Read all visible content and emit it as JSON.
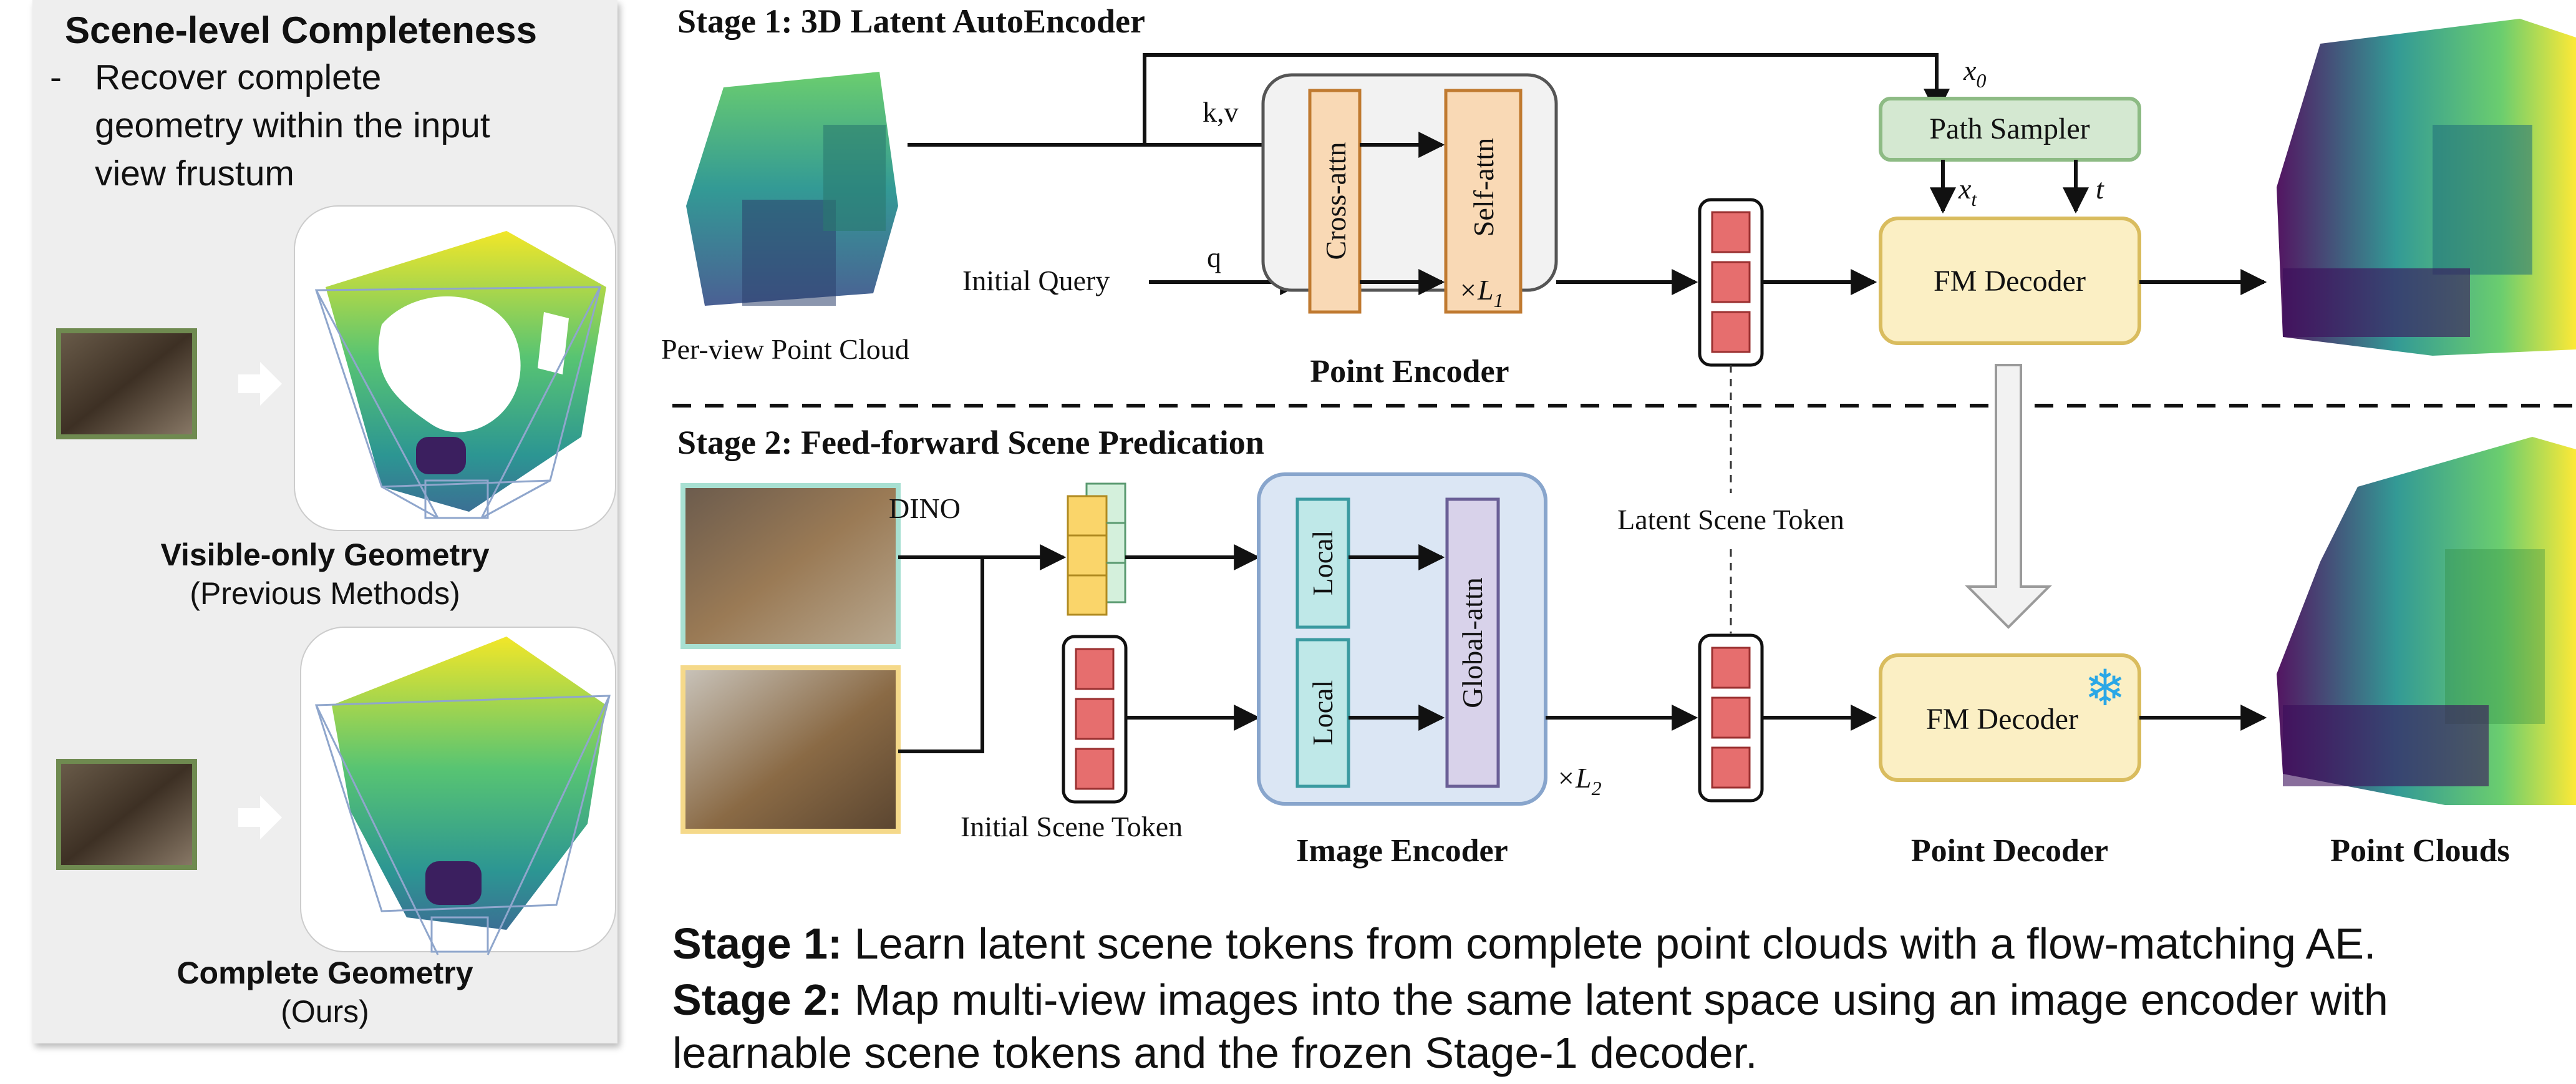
{
  "left_panel": {
    "title": "Scene-level Completeness",
    "bullet_dash": "-",
    "bullet_lines": [
      "Recover complete",
      "geometry within the input",
      "view frustum"
    ],
    "top_caption_bold": "Visible-only Geometry",
    "top_caption_sub": "(Previous Methods)",
    "bottom_caption_bold": "Complete Geometry",
    "bottom_caption_sub": "(Ours)"
  },
  "stage1": {
    "title": "Stage 1: 3D Latent AutoEncoder",
    "point_cloud_label": "Per-view Point Cloud",
    "kv_label": "k,v",
    "q_label": "q",
    "initial_query_label": "Initial Query",
    "cross_attn_label": "Cross-attn",
    "self_attn_label": "Self-attn",
    "l1_label": "×L",
    "l1_sub": "1",
    "point_encoder_label": "Point Encoder",
    "path_sampler_label": "Path Sampler",
    "x0_label": "x",
    "x0_sub": "0",
    "xt_label": "x",
    "xt_sub": "t",
    "t_label": "t",
    "fm_decoder_label": "FM Decoder"
  },
  "stage2": {
    "title": "Stage 2: Feed-forward Scene Predication",
    "dino_label": "DINO",
    "latent_scene_token_label": "Latent Scene Token",
    "local_label_1": "Local",
    "local_label_2": "Local",
    "global_attn_label": "Global-attn",
    "l2_label": "×L",
    "l2_sub": "2",
    "initial_scene_token_label": "Initial Scene Token",
    "image_encoder_label": "Image Encoder",
    "fm_decoder_label": "FM Decoder",
    "snowflake": "❄",
    "point_decoder_label": "Point Decoder",
    "point_clouds_label": "Point Clouds"
  },
  "bottom": {
    "stage1_bold": "Stage 1:",
    "stage1_text": " Learn latent scene tokens from complete point clouds with a flow-matching AE.",
    "stage2_bold": "Stage 2:",
    "stage2_text_line1": " Map multi-view images into the same latent space using an image encoder with",
    "stage2_text_line2": "learnable scene tokens and the frozen Stage-1 decoder."
  },
  "colors": {
    "orange_fill": "#f9d9b5",
    "orange_stroke": "#c07a30",
    "yellow_fill": "#fbefc4",
    "yellow_stroke": "#d9bc5e",
    "green_fill": "#d4e8d1",
    "green_stroke": "#8dbb84",
    "blue_fill": "#dbe6f4",
    "blue_stroke": "#88a5cc",
    "teal_fill": "#bfe8e8",
    "teal_stroke": "#3a9aa0",
    "purple_fill": "#d8d2ea",
    "purple_stroke": "#6a5f96",
    "token_red": "#e66e6e",
    "snow_blue": "#2aa7e6"
  }
}
